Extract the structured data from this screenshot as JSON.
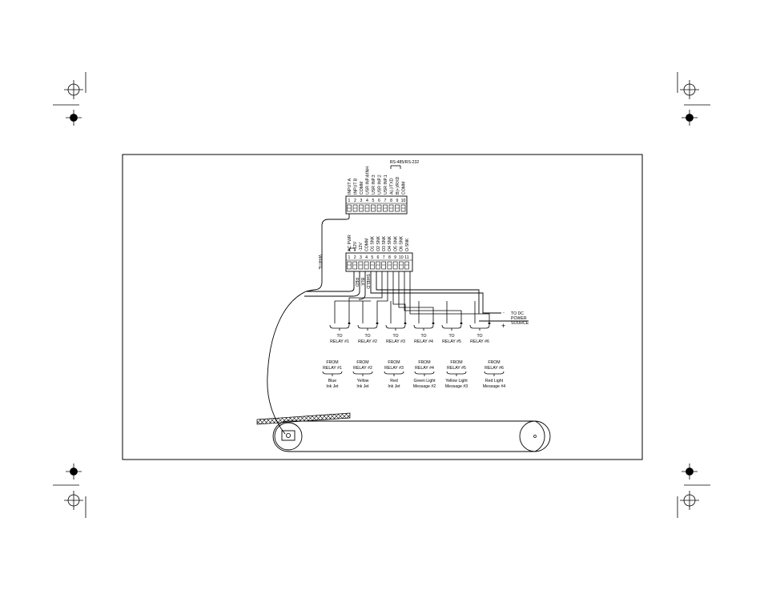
{
  "top_block": {
    "header": "RS-485/RS-232",
    "pins": [
      "1",
      "2",
      "3",
      "4",
      "5",
      "6",
      "7",
      "8",
      "9",
      "10"
    ],
    "labels": [
      "INPUT A",
      "INPUT B",
      "COMM",
      "USR INP.4/INH",
      "USR INP.3",
      "USR INP.2",
      "USR INP.1",
      "A(-)/TXD",
      "B(+)/RXD",
      "COMM"
    ]
  },
  "bottom_block": {
    "pins": [
      "1",
      "2",
      "3",
      "4",
      "5",
      "6",
      "7",
      "8",
      "9",
      "10",
      "11"
    ],
    "labels": [
      "AC PWR",
      "+12V",
      "-12V",
      "COMM",
      "O1 SNK",
      "O2 SNK",
      "O3 SNK",
      "O4 SNK",
      "O5 SNK",
      "O6 SNK",
      "O-SNK"
    ]
  },
  "wire_labels": {
    "white": "WHITE",
    "red": "RED",
    "blk": "BLK",
    "shield": "SHIELD"
  },
  "power": {
    "minus": "-",
    "plus": "+",
    "line1": "TO DC",
    "line2": "POWER",
    "line3": "SOURCE"
  },
  "to_relays": [
    {
      "to": "TO",
      "relay": "RELAY #1"
    },
    {
      "to": "TO",
      "relay": "RELAY #2"
    },
    {
      "to": "TO",
      "relay": "RELAY #3"
    },
    {
      "to": "TO",
      "relay": "RELAY #4"
    },
    {
      "to": "TO",
      "relay": "RELAY #5"
    },
    {
      "to": "TO",
      "relay": "RELAY #6"
    }
  ],
  "from_relays": [
    {
      "from": "FROM",
      "relay": "RELAY #1",
      "line1": "Blue",
      "line2": "Ink Jet"
    },
    {
      "from": "FROM",
      "relay": "RELAY #2",
      "line1": "Yellow",
      "line2": "Ink Jet"
    },
    {
      "from": "FROM",
      "relay": "RELAY #3",
      "line1": "Red",
      "line2": "Ink Jet"
    },
    {
      "from": "FROM",
      "relay": "RELAY #4",
      "line1": "Green Light",
      "line2": "Message #2"
    },
    {
      "from": "FROM",
      "relay": "RELAY #5",
      "line1": "Yellow Light",
      "line2": "Message #3"
    },
    {
      "from": "FROM",
      "relay": "RELAY #6",
      "line1": "Red Light",
      "line2": "Message #4"
    }
  ]
}
